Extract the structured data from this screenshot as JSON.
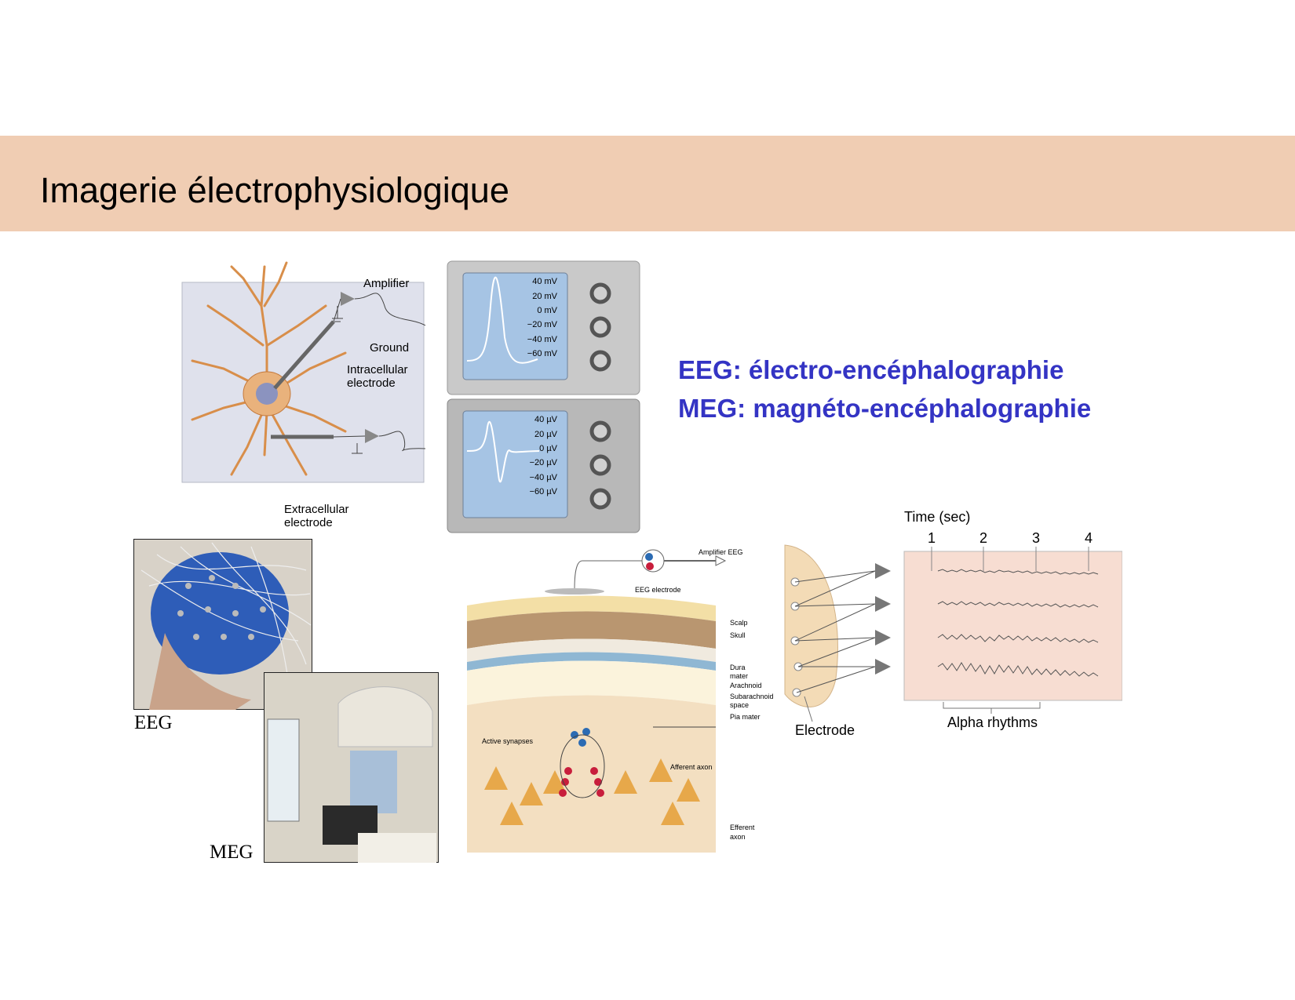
{
  "slide": {
    "title": "Imagerie électrophysiologique",
    "definitions": [
      "EEG: électro-encéphalographie",
      "MEG: magnéto-encéphalographie"
    ]
  },
  "colors": {
    "banner": "#f0cdb3",
    "accent_text": "#3434c4"
  },
  "neuron_figure": {
    "labels": {
      "amplifier": "Amplifier",
      "ground": "Ground",
      "intracellular": [
        "Intracellular",
        "electrode"
      ],
      "extracellular": [
        "Extracellular",
        "electrode"
      ]
    },
    "scope_intracellular_ticks": [
      "40 mV",
      "20 mV",
      "0 mV",
      "−20 mV",
      "−40 mV",
      "−60 mV"
    ],
    "scope_extracellular_ticks": [
      "40 µV",
      "20 µV",
      "0 µV",
      "−20 µV",
      "−40 µV",
      "−60 µV"
    ]
  },
  "photos": {
    "eeg_caption": "EEG",
    "meg_caption": "MEG"
  },
  "cortex_figure": {
    "amplifier": "Amplifier EEG",
    "electrode": "EEG electrode",
    "layers": [
      "Scalp",
      "Skull",
      "Dura",
      "mater",
      "Arachnoid",
      "Subarachnoid",
      "space",
      "Pia mater"
    ],
    "active_synapses": "Active synapses",
    "afferent_axon": "Afferent axon",
    "efferent_axon": [
      "Efferent",
      "axon"
    ]
  },
  "eeg_recording": {
    "time_label": "Time (sec)",
    "time_ticks": [
      "1",
      "2",
      "3",
      "4"
    ],
    "electrode_label": "Electrode",
    "alpha_label": "Alpha rhythms"
  }
}
